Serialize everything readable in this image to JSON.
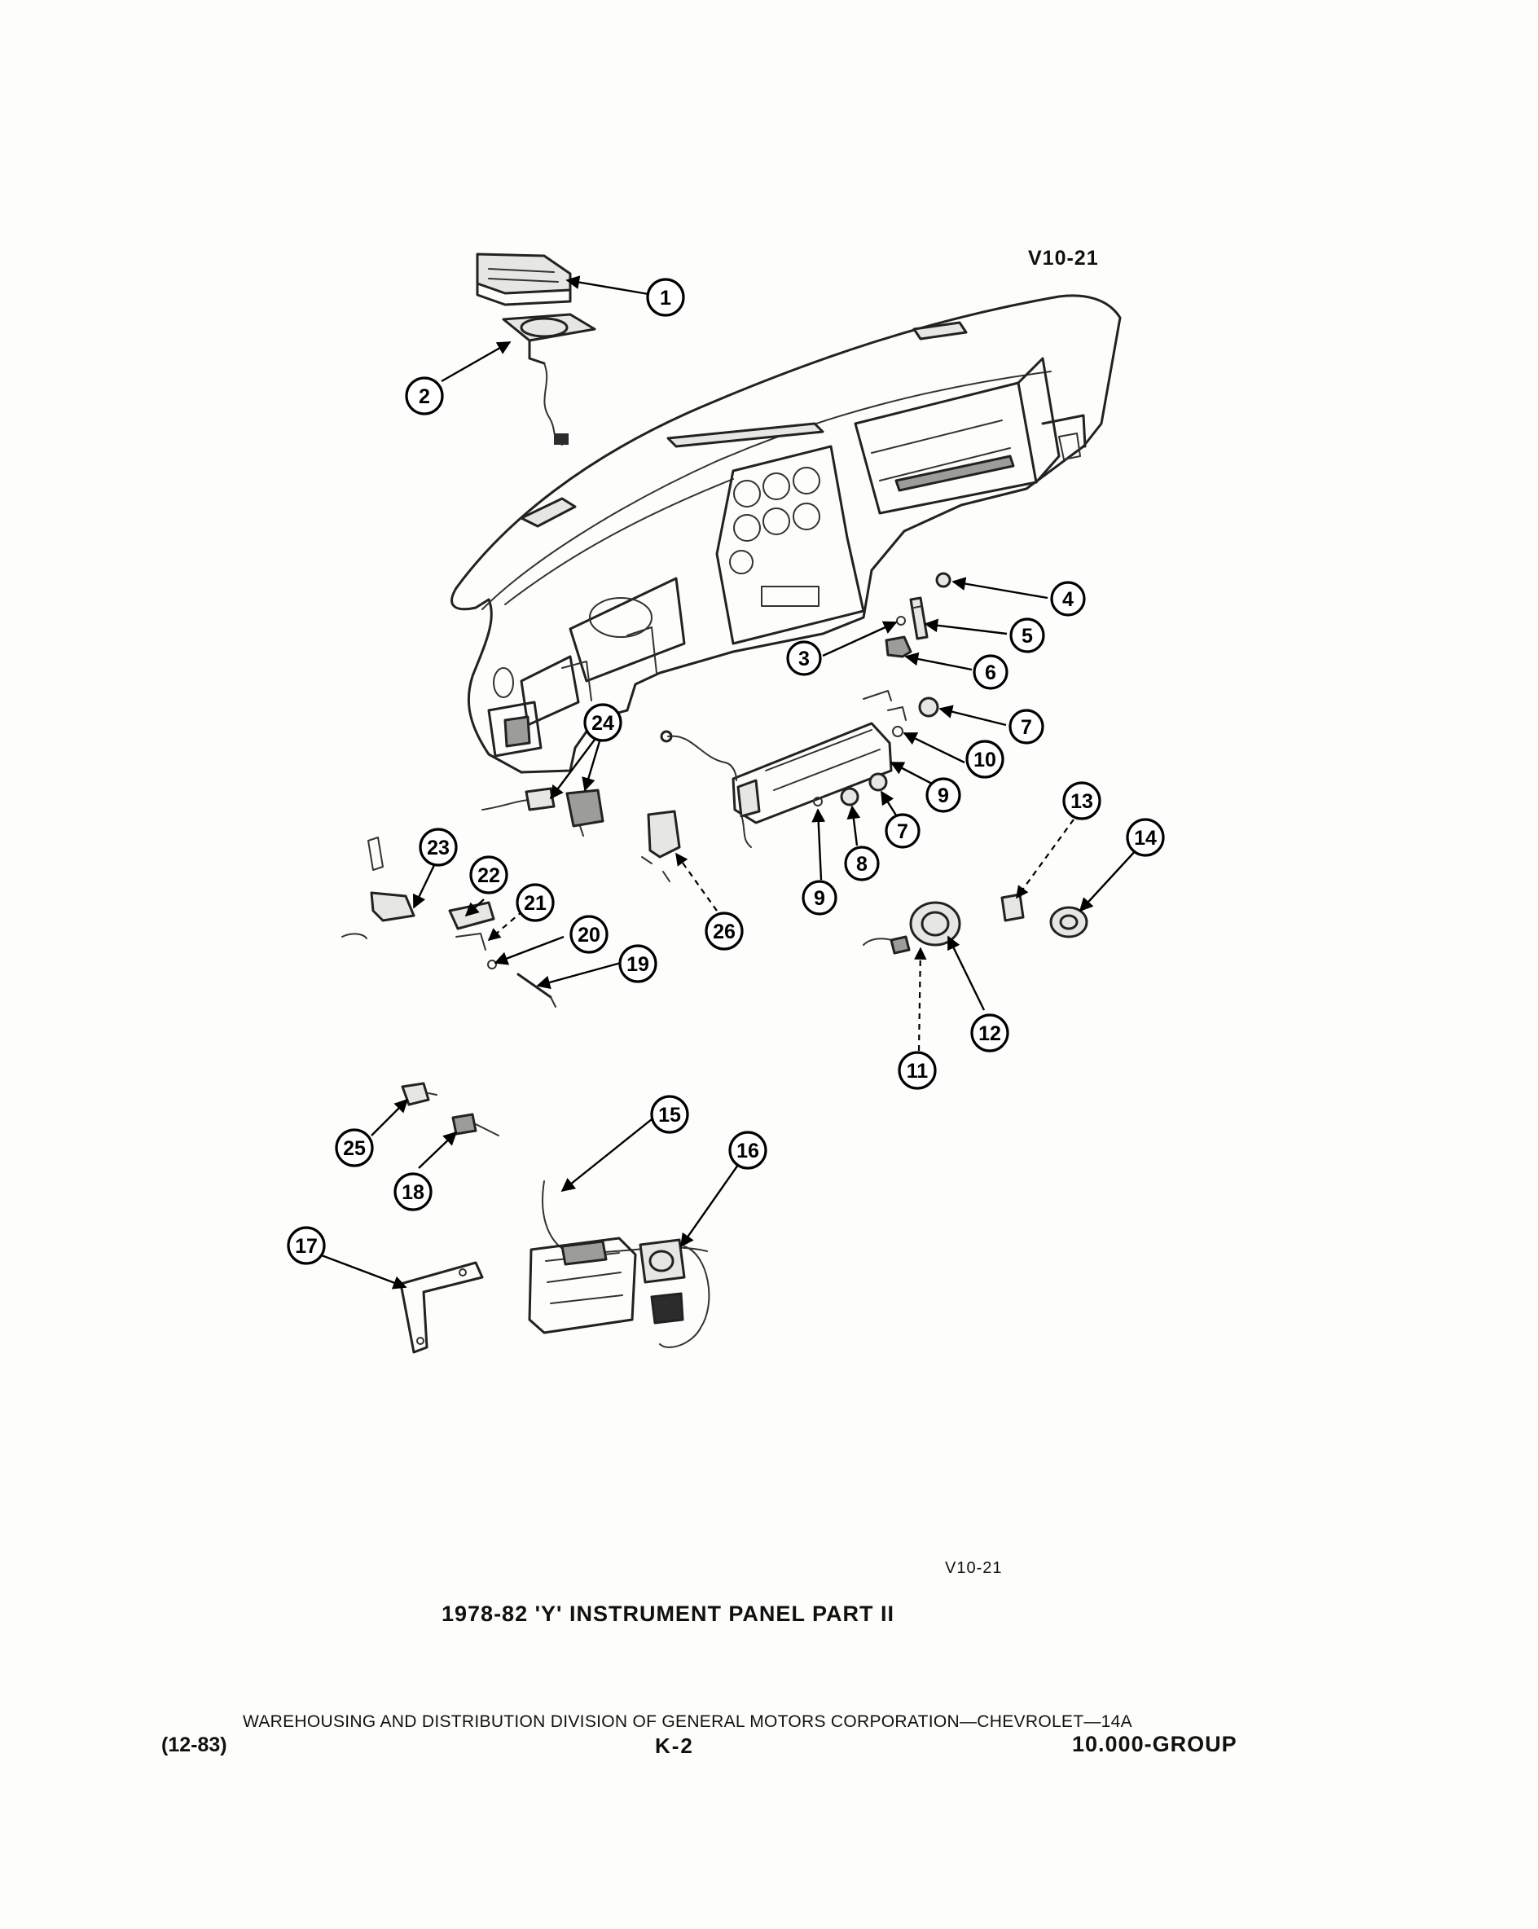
{
  "header": {
    "code": "V10-21"
  },
  "caption": {
    "code": "V10-21",
    "title": "1978-82 'Y' INSTRUMENT PANEL PART II"
  },
  "footer": {
    "line": "WAREHOUSING AND DISTRIBUTION DIVISION OF GENERAL MOTORS CORPORATION—CHEVROLET—14A",
    "date": "(12-83)",
    "page": "K-2",
    "group": "10.000-GROUP"
  },
  "callouts": [
    "1",
    "2",
    "3",
    "4",
    "5",
    "6",
    "7",
    "7",
    "8",
    "9",
    "9",
    "10",
    "11",
    "12",
    "13",
    "14",
    "15",
    "16",
    "17",
    "18",
    "19",
    "20",
    "21",
    "22",
    "23",
    "24",
    "25",
    "26"
  ]
}
